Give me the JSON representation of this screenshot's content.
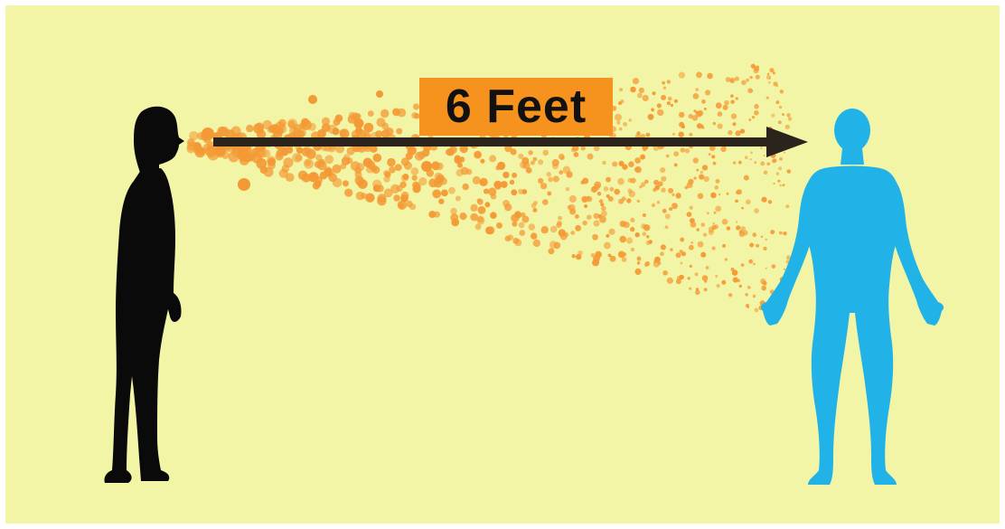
{
  "distance_label": "6 Feet",
  "colors": {
    "background": "#f3f5a6",
    "label_box": "#f6931e",
    "droplets": "#f39a36",
    "arrow": "#2a241d",
    "speaker": "#0a0a0a",
    "listener": "#21b3e8"
  },
  "icons": {
    "speaker": "person-profile-silhouette",
    "listener": "human-body-front-figure",
    "distance": "right-arrow"
  }
}
